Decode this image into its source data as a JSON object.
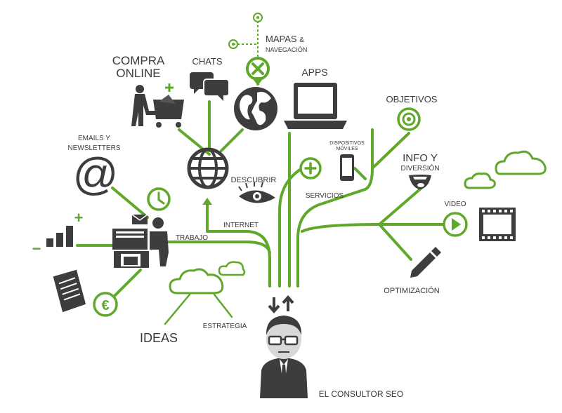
{
  "labels": {
    "mapas_title": "MAPAS",
    "mapas_amp": "&",
    "navegacion": "NAVEGACIÓN",
    "compra_1": "COMPRA",
    "compra_2": "ONLINE",
    "chats": "CHATS",
    "apps": "APPS",
    "objetivos": "OBJETIVOS",
    "emails_1": "EMAILS Y",
    "emails_2": "NEWSLETTERS",
    "dispositivos_1": "DISPOSITIVOS",
    "dispositivos_2": "MÓVILES",
    "info_1": "INFO Y",
    "info_2": "DIVERSIÓN",
    "descubrir": "DESCUBRIR",
    "servicios": "SERVICIOS",
    "video": "VIDEO",
    "internet": "INTERNET",
    "trabajo": "TRABAJO",
    "optimizacion": "OPTIMIZACIÓN",
    "ideas": "IDEAS",
    "estrategia": "ESTRATEGIA",
    "consultor": "EL CONSULTOR SEO"
  },
  "symbols": {
    "at": "@",
    "euro": "€",
    "plus": "+",
    "minus": "−"
  },
  "colors": {
    "accent_green": "#5fa82a",
    "icon_grey": "#3d3d3d",
    "text": "#3a3a3a"
  }
}
